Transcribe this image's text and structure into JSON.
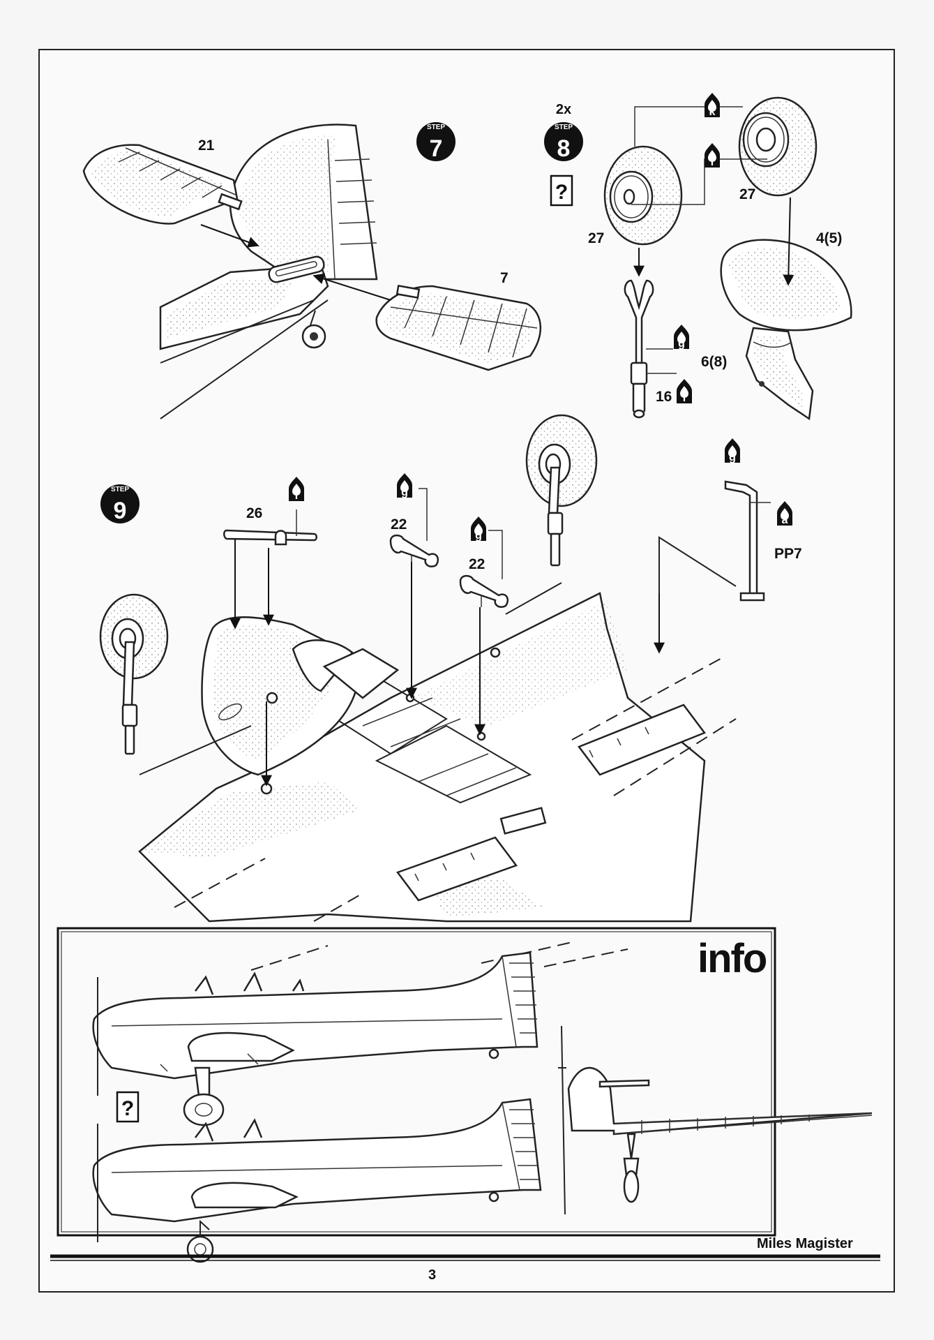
{
  "steps": [
    {
      "id": "step7",
      "small": "STEP",
      "number": "7"
    },
    {
      "id": "step8",
      "small": "STEP",
      "number": "8",
      "multiplier": "2x"
    },
    {
      "id": "step9",
      "small": "STEP",
      "number": "9"
    }
  ],
  "query_marks": [
    "?",
    "?"
  ],
  "part_labels": {
    "p21": "21",
    "p7": "7",
    "p27a": "27",
    "p27b": "27",
    "p45": "4(5)",
    "p68": "6(8)",
    "p16": "16",
    "p26": "26",
    "p22a": "22",
    "p22b": "22",
    "pp7": "PP7"
  },
  "color_codes": {
    "k": "k",
    "f1": "f",
    "g1": "g",
    "f2": "f",
    "l": "l",
    "g2": "g",
    "g3": "g",
    "g4": "g",
    "a": "a"
  },
  "info": {
    "title": "info"
  },
  "footer": {
    "model_name": "Miles Magister",
    "page_number": "3"
  },
  "colors": {
    "ink": "#111111",
    "paper": "#fafafa"
  }
}
